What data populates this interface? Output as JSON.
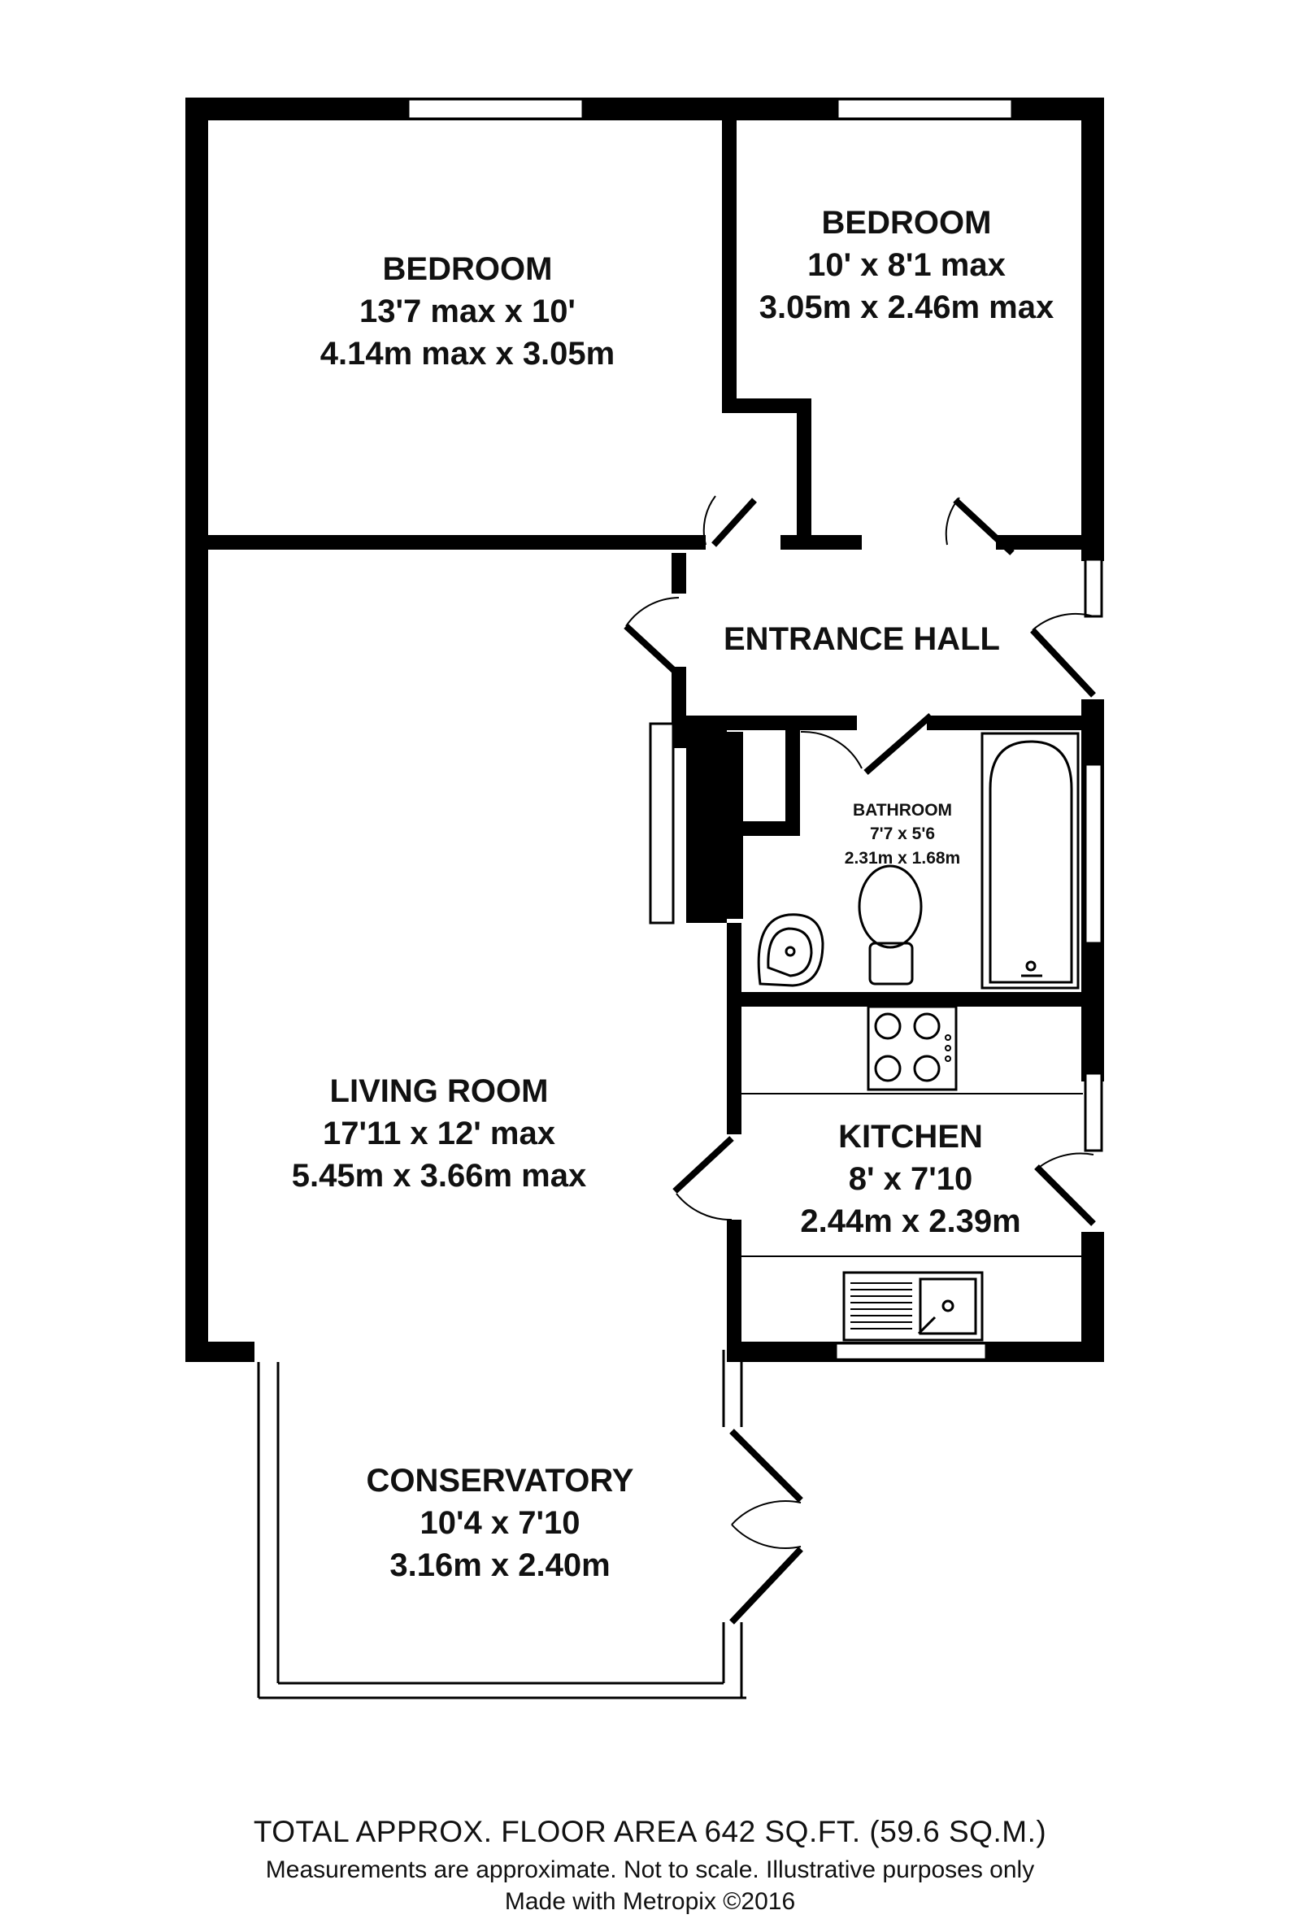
{
  "rooms": {
    "bedroom1": {
      "name": "BEDROOM",
      "imperial": "13'7 max x 10'",
      "metric": "4.14m max x 3.05m"
    },
    "bedroom2": {
      "name": "BEDROOM",
      "imperial": "10' x 8'1 max",
      "metric": "3.05m x 2.46m max"
    },
    "hall": {
      "name": "ENTRANCE HALL"
    },
    "bathroom": {
      "name": "BATHROOM",
      "imperial": "7'7 x 5'6",
      "metric": "2.31m x 1.68m"
    },
    "living": {
      "name": "LIVING ROOM",
      "imperial": "17'11 x 12' max",
      "metric": "5.45m x 3.66m max"
    },
    "kitchen": {
      "name": "KITCHEN",
      "imperial": "8' x 7'10",
      "metric": "2.44m x 2.39m"
    },
    "conservatory": {
      "name": "CONSERVATORY",
      "imperial": "10'4 x 7'10",
      "metric": "3.16m x 2.40m"
    }
  },
  "footer": {
    "area": "TOTAL APPROX. FLOOR AREA 642 SQ.FT. (59.6 SQ.M.)",
    "disclaimer": "Measurements are approximate.  Not to scale.  Illustrative purposes only",
    "credit": "Made with Metropix ©2016"
  },
  "colors": {
    "wall": "#000000",
    "background": "#ffffff",
    "fixture": "#111111"
  }
}
